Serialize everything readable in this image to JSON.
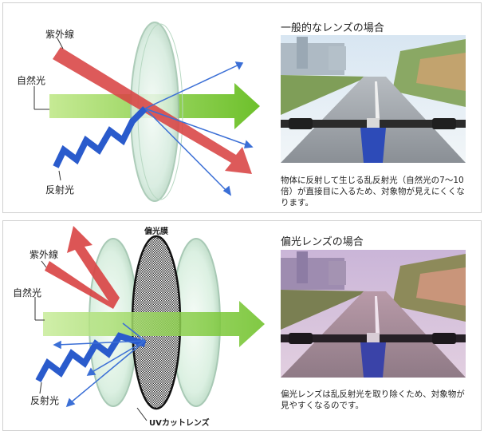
{
  "top_panel": {
    "label_uv": "紫外線",
    "label_natural": "自然光",
    "label_reflected": "反射光",
    "heading": "一般的なレンズの場合",
    "description": "物体に反射して生じる乱反射光（自然光の7～10倍）が直接目に入るため、対象物が見えにくくなります。"
  },
  "bottom_panel": {
    "label_polarizing_film": "偏光膜",
    "label_uv": "紫外線",
    "label_natural": "自然光",
    "label_reflected": "反射光",
    "label_uv_cut_lens": "UVカットレンズ",
    "heading": "偏光レンズの場合",
    "description": "偏光レンズは乱反射光を取り除くため、対象物が見やすくなるのです。"
  },
  "colors": {
    "uv_ray": "#d93a3a",
    "natural_light": "#86cf3c",
    "reflected_light": "#2f59c8",
    "lens": "#cfe6d6"
  }
}
